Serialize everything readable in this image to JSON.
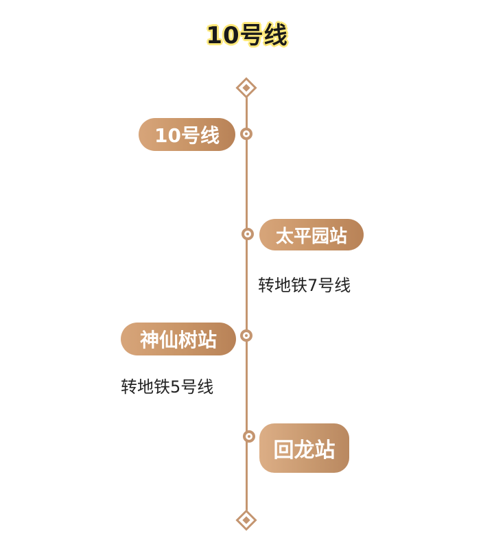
{
  "title": "10号线",
  "stations": [
    {
      "label": "10号线",
      "side": "left",
      "transfer": ""
    },
    {
      "label": "太平园站",
      "side": "right",
      "transfer": "转地铁7号线"
    },
    {
      "label": "神仙树站",
      "side": "left",
      "transfer": "转地铁5号线"
    },
    {
      "label": "回龙站",
      "side": "right",
      "transfer": ""
    }
  ],
  "colors": {
    "accent": "#c49570",
    "title_highlight": "#ffe97a",
    "text": "#222222"
  },
  "icons": {
    "start": "diamond-start-icon",
    "end": "diamond-end-icon",
    "node": "timeline-node-icon"
  }
}
